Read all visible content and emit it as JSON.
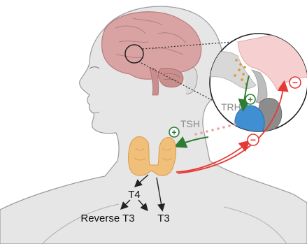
{
  "labels": {
    "trh": "TRH",
    "tsh": "TSH",
    "t4": "T4",
    "t3": "T3",
    "reverse_t3": "Reverse T3",
    "plus_sign": "+",
    "minus_sign": "−"
  },
  "colors": {
    "skin": "#e6e6e6",
    "outline": "#9a9a9a",
    "brain": "#d9a3a3",
    "brain_dark": "#b87c7c",
    "thyroid": "#f0bf7a",
    "pituitary_posterior": "#8c8c8c",
    "pituitary_anterior": "#3f8fd2",
    "positive": "#2e7d32",
    "negative": "#e53935",
    "tsh_dots": "#e8a0a0",
    "trh_dots": "#e0962a",
    "arrow": "#222222"
  },
  "icons": [
    "positive-feedback-icon",
    "negative-feedback-icon"
  ]
}
